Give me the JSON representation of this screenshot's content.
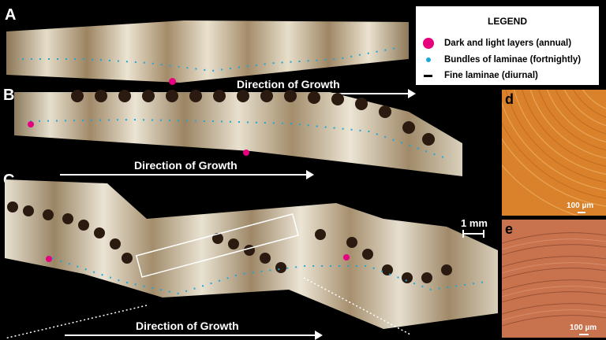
{
  "panels": {
    "a": "A",
    "b": "B",
    "c": "C",
    "d": "d",
    "e": "e"
  },
  "growth": {
    "a": "Direction of Growth",
    "b": "Direction of Growth",
    "c": "Direction of Growth"
  },
  "legend": {
    "title": "LEGEND",
    "items": [
      {
        "label": "Dark and light layers (annual)",
        "color": "#e6007e"
      },
      {
        "label": "Bundles of laminae (fortnightly)",
        "color": "#1ba8d8"
      },
      {
        "label": "Fine laminae (diurnal)",
        "color": "#000000"
      }
    ]
  },
  "scale": {
    "main": "1 mm",
    "d": "100 µm",
    "e": "100 µm"
  },
  "colors": {
    "shell_light": "#e8e0cf",
    "shell_dark": "#a89270",
    "micro_d": "#d9822b",
    "micro_e": "#c9724e"
  }
}
